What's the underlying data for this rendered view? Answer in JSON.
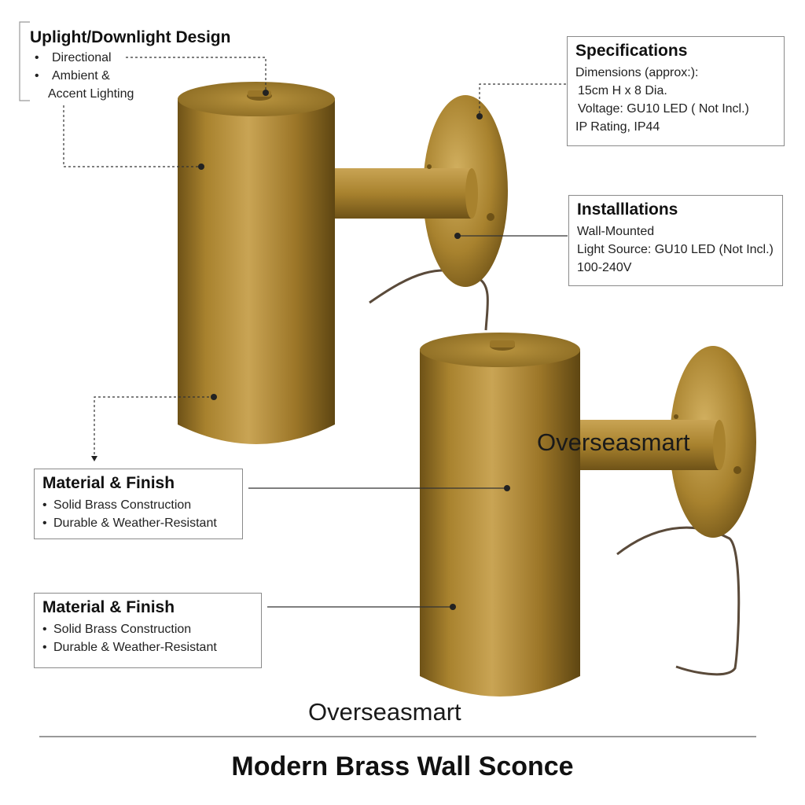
{
  "colors": {
    "brass": "#a8822e",
    "brass_dark": "#6e5217",
    "brass_light": "#d2b060",
    "border": "#8a8a8a",
    "leader": "#333333"
  },
  "uplight": {
    "title": "Uplight/Downlight Design",
    "items": [
      "Directional",
      "Ambient &",
      "Accent Lighting"
    ]
  },
  "specs": {
    "title": "Specifications",
    "lines": [
      "Dimensions (approx:):",
      "15cm H x 8 Dia.",
      "Voltage: GU10 LED ( Not Incl.)",
      "IP Rating, IP44"
    ]
  },
  "install": {
    "title": "Installlations",
    "lines": [
      "Wall-Mounted",
      "Light Source: GU10 LED (Not Incl.)",
      "100-240V"
    ]
  },
  "material1": {
    "title": "Material & Finish",
    "items": [
      "Solid Brass Construction",
      "Durable & Weather-Resistant"
    ]
  },
  "material2": {
    "title": "Material & Finish",
    "items": [
      "Solid Brass Construction",
      "Durable & Weather-Resistant"
    ]
  },
  "watermarks": [
    "Overseasmart",
    "Overseasmart"
  ],
  "product_title": "Modern Brass Wall Sconce"
}
